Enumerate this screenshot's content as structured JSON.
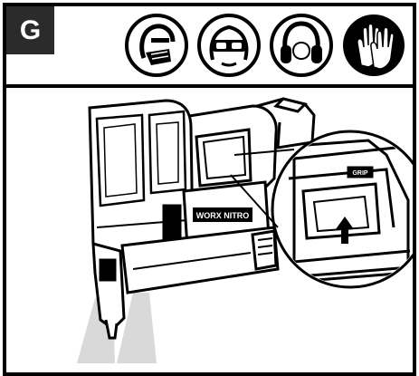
{
  "step": {
    "letter": "G"
  },
  "ppe_icons": [
    {
      "name": "dust-mask-icon"
    },
    {
      "name": "safety-glasses-icon"
    },
    {
      "name": "ear-protection-icon"
    },
    {
      "name": "gloves-icon"
    }
  ],
  "tool": {
    "brand_label": "WORX NITRO",
    "grip_label": "GRIP"
  },
  "colors": {
    "ink": "#000000",
    "badge_bg": "#2b2b2b",
    "paper": "#ffffff",
    "light_beam": "#d9d9d9"
  }
}
